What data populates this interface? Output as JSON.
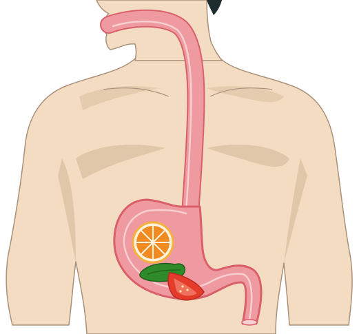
{
  "diagram": {
    "subject": "torso-with-digestive-tract",
    "parts": [
      "head-and-neck",
      "torso",
      "arms",
      "esophagus",
      "stomach",
      "duodenum",
      "orange-slice",
      "green-vegetable",
      "tomato-wedge"
    ]
  },
  "colors": {
    "background": "#ffffff",
    "skin": "#f3dcc1",
    "skin_shade": "#dcc2a4",
    "skin_outline": "#a9907a",
    "organ_outer": "#d9606a",
    "organ_fill": "#ef9aa0",
    "organ_lumen": "#f6cfd0",
    "orange_peel": "#f6b13a",
    "orange_flesh": "#f28a22",
    "orange_pith": "#fff3e0",
    "vegetable": "#2f8a2a",
    "vegetable_dark": "#1f5f1b",
    "tomato": "#e43b2b",
    "tomato_flesh": "#f07060",
    "hair": "#1f2d2e"
  }
}
